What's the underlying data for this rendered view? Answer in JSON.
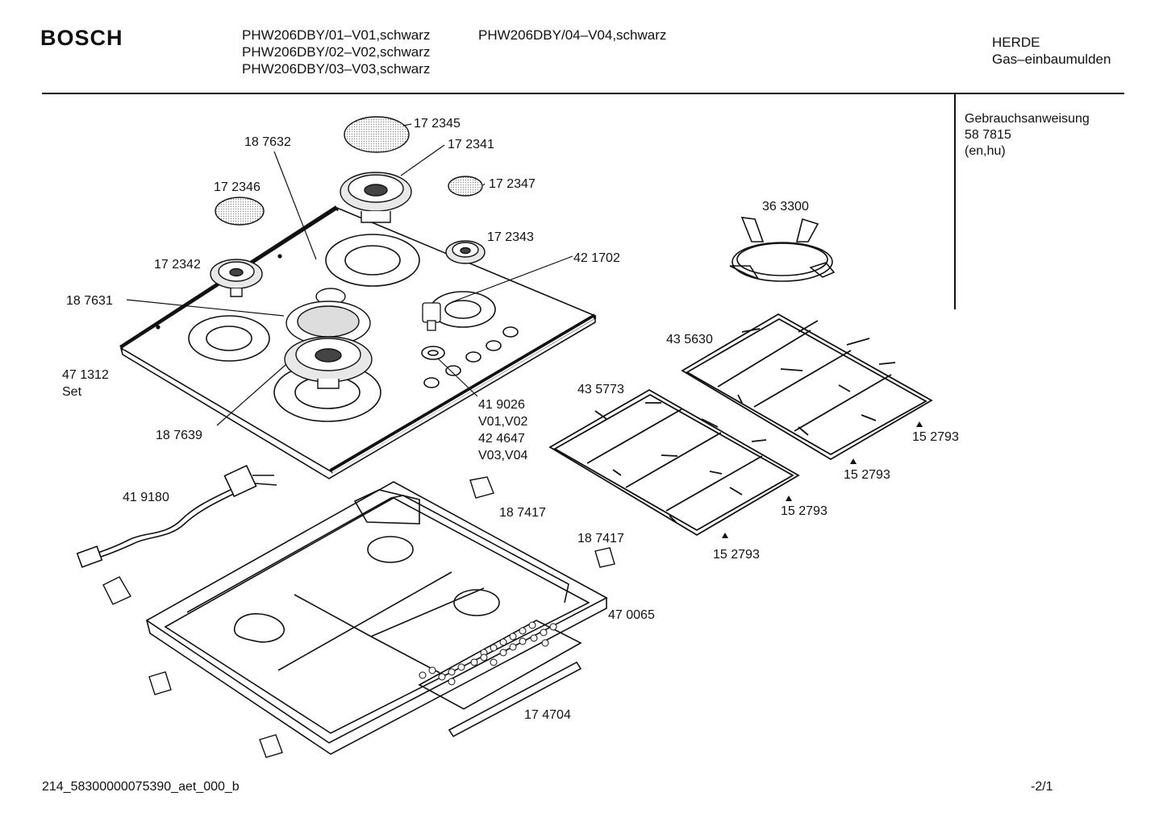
{
  "header": {
    "brand": "BOSCH",
    "models_col1": [
      "PHW206DBY/01–V01,schwarz",
      "PHW206DBY/02–V02,schwarz",
      "PHW206DBY/03–V03,schwarz"
    ],
    "models_col2": [
      "PHW206DBY/04–V04,schwarz"
    ],
    "category": "HERDE",
    "subcategory": "Gas–einbaumulden"
  },
  "manual": {
    "title": "Gebrauchsanweisung",
    "number": "58 7815",
    "languages": "(en,hu)"
  },
  "parts": [
    {
      "id": "172345",
      "label": "17 2345"
    },
    {
      "id": "172341",
      "label": "17 2341"
    },
    {
      "id": "187632",
      "label": "18 7632"
    },
    {
      "id": "172346",
      "label": "17 2346"
    },
    {
      "id": "172347",
      "label": "17 2347"
    },
    {
      "id": "172343",
      "label": "17 2343"
    },
    {
      "id": "172342",
      "label": "17 2342"
    },
    {
      "id": "421702",
      "label": "42 1702"
    },
    {
      "id": "187631",
      "label": "18 7631"
    },
    {
      "id": "363300",
      "label": "36 3300"
    },
    {
      "id": "471312",
      "label": "47 1312"
    },
    {
      "id": "471312set",
      "label": "Set"
    },
    {
      "id": "435630",
      "label": "43 5630"
    },
    {
      "id": "419026",
      "label": "41 9026"
    },
    {
      "id": "v0102",
      "label": "V01,V02"
    },
    {
      "id": "424647",
      "label": "42 4647"
    },
    {
      "id": "v0304",
      "label": "V03,V04"
    },
    {
      "id": "187639",
      "label": "18 7639"
    },
    {
      "id": "435773",
      "label": "43 5773"
    },
    {
      "id": "152793a",
      "label": "15 2793"
    },
    {
      "id": "152793b",
      "label": "15 2793"
    },
    {
      "id": "152793c",
      "label": "15 2793"
    },
    {
      "id": "152793d",
      "label": "15 2793"
    },
    {
      "id": "419180",
      "label": "41 9180"
    },
    {
      "id": "187417a",
      "label": "18 7417"
    },
    {
      "id": "187417b",
      "label": "18 7417"
    },
    {
      "id": "470065",
      "label": "47 0065"
    },
    {
      "id": "174704",
      "label": "17 4704"
    }
  ],
  "footer": {
    "doc_id": "214_58300000075390_aet_000_b",
    "page": "-2/1"
  }
}
